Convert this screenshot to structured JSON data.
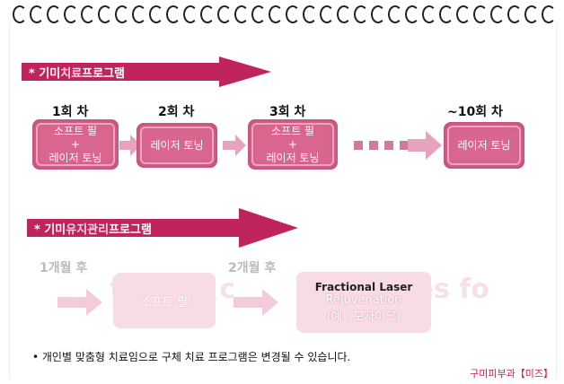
{
  "section1": {
    "title_prefix": "* 기미 ",
    "title_highlight": "치료",
    "title_suffix": " 프로그램",
    "steps": [
      {
        "label": "1회 차",
        "lines": [
          "소프트 필",
          "+",
          "레이저 토닝"
        ]
      },
      {
        "label": "2회 차",
        "lines": [
          "레이저 토닝"
        ]
      },
      {
        "label": "3회 차",
        "lines": [
          "소프트 필",
          "+",
          "레이저 토닝"
        ]
      },
      {
        "label": "~10회 차",
        "lines": [
          "레이저 토닝"
        ]
      }
    ]
  },
  "section2": {
    "title_prefix": "* 기미 ",
    "title_highlight": "유지관리",
    "title_suffix": " 프로그램",
    "steps": [
      {
        "label": "1개월 후",
        "lines": [
          "소프트 필"
        ]
      },
      {
        "label": "2개월 후",
        "lines": [
          "Fractional Laser",
          "Rejuvenation",
          "(예 : 모자이크)"
        ]
      }
    ]
  },
  "watermark": {
    "left": "t more c",
    "right": "memories fo"
  },
  "note": "• 개인별 맞춤형 치료임으로 구체 치료 프로그램은 변경될 수 있습니다.",
  "signature": "구미피부과【미즈】",
  "colors": {
    "banner": "#c0245d",
    "box": "#d9668f",
    "arrow": "#e8a3bc",
    "dots": "#d27a9b"
  }
}
